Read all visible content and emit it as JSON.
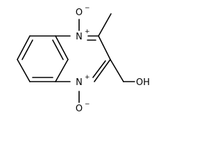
{
  "molecule": {
    "atoms": {
      "o_top": {
        "symbol": "O",
        "charge": "−"
      },
      "n_top": {
        "symbol": "N",
        "charge": "+"
      },
      "n_bottom": {
        "symbol": "N",
        "charge": "+"
      },
      "o_bottom": {
        "symbol": "O",
        "charge": "−"
      },
      "hydroxyl": {
        "symbol": "OH"
      }
    },
    "colors": {
      "bond": "#000000",
      "text": "#000000",
      "background": "#ffffff"
    }
  }
}
